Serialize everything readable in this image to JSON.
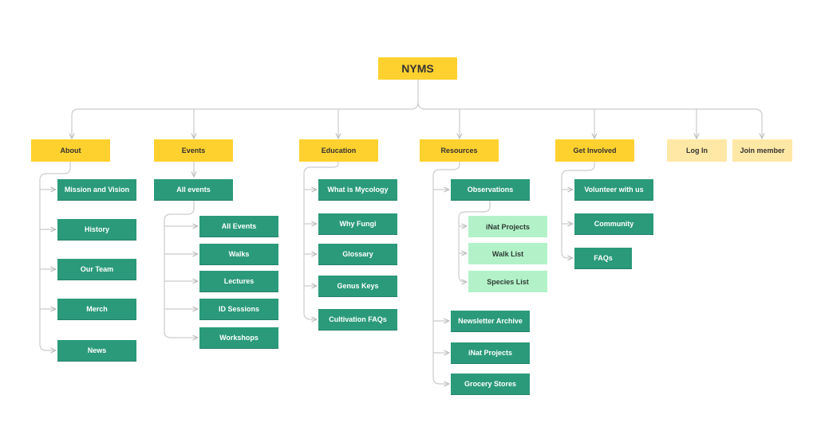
{
  "root": "NYMS",
  "categories": {
    "about": "About",
    "events": "Events",
    "education": "Education",
    "resources": "Resources",
    "get_involved": "Get Involved",
    "log_in": "Log In",
    "join_member": "Join member"
  },
  "about": [
    "Mission and Vision",
    "History",
    "Our Team",
    "Merch",
    "News"
  ],
  "events": {
    "all_events_header": "All events",
    "items": [
      "All Events",
      "Walks",
      "Lectures",
      "ID Sessions",
      "Workshops"
    ]
  },
  "education": [
    "What is Mycology",
    "Why Fungi",
    "Glossary",
    "Genus Keys",
    "Cultivation FAQs"
  ],
  "resources": {
    "observations": "Observations",
    "observation_items": [
      "iNat Projects",
      "Walk List",
      "Species List"
    ],
    "items": [
      "Newsletter Archive",
      "iNat Projects",
      "Grocery Stores"
    ]
  },
  "get_involved": [
    "Volunteer with us",
    "Community",
    "FAQs"
  ],
  "colors": {
    "category": "#FFD12F",
    "category_light": "#FFE8A6",
    "page": "#2A9A7A",
    "subpage": "#B3F2C9",
    "connector": "#C8C8C8"
  }
}
